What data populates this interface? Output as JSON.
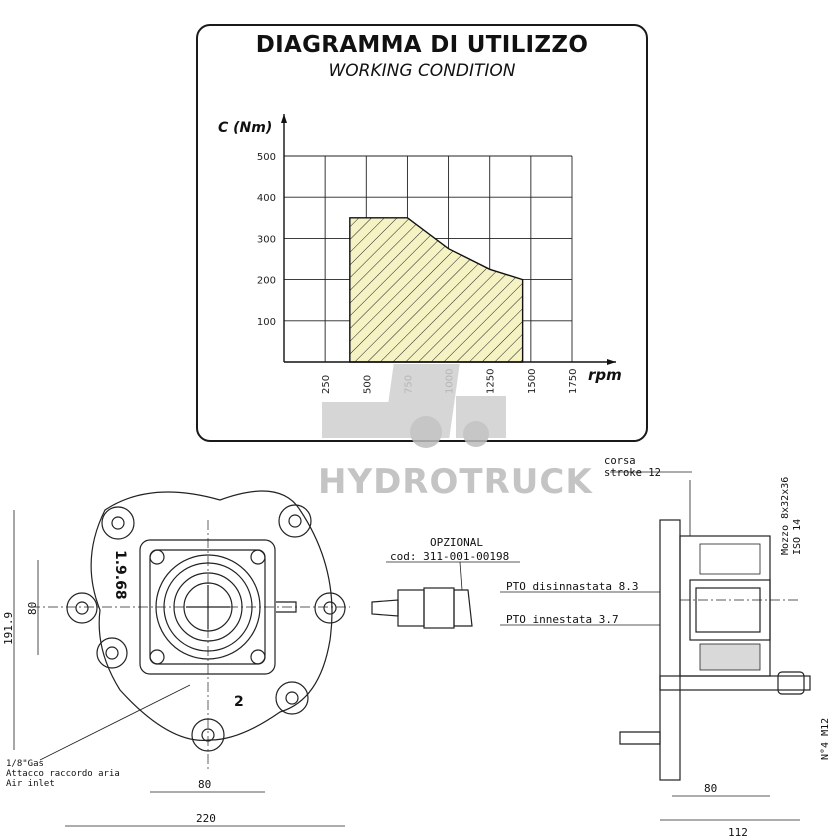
{
  "brand": "HYDROTRUCK",
  "chart_data": {
    "type": "area",
    "title": "DIAGRAMMA DI UTILIZZO",
    "subtitle": "WORKING CONDITION",
    "ylabel": "C (Nm)",
    "xlabel": "rpm",
    "xlim": [
      0,
      1750
    ],
    "ylim": [
      0,
      500
    ],
    "x_ticks": [
      "250",
      "500",
      "750",
      "1000",
      "1250",
      "1500",
      "1750"
    ],
    "y_ticks": [
      "100",
      "200",
      "300",
      "400",
      "500"
    ],
    "grid": true,
    "fill_color": "#f5f2c4",
    "series": [
      {
        "x": [
          400,
          400,
          750,
          1000,
          1250,
          1450,
          1450
        ],
        "y": [
          0,
          350,
          350,
          275,
          225,
          200,
          0
        ]
      }
    ]
  },
  "drawing": {
    "optional_label": "OPZIONAL",
    "optional_code": "cod: 311-001-00198",
    "stroke_label_it": "corsa",
    "stroke_label_en": "stroke 12",
    "pto_disengaged": "PTO disinnastata 8.3",
    "pto_engaged": "PTO innestata 3.7",
    "hub_spec_1": "Mozzo 8x32x36",
    "hub_spec_2": "ISO 14",
    "bolts": "N°4 M12",
    "air_1": "1/8\"Gas",
    "air_2": "Attacco raccordo aria",
    "air_3": "Air inlet",
    "ratio_mark": "1.9.68",
    "mark_2": "2",
    "dims": {
      "height_total": "191.9",
      "height_80": "80",
      "width_80": "80",
      "width_220": "220",
      "side_80": "80",
      "side_112": "112"
    }
  }
}
